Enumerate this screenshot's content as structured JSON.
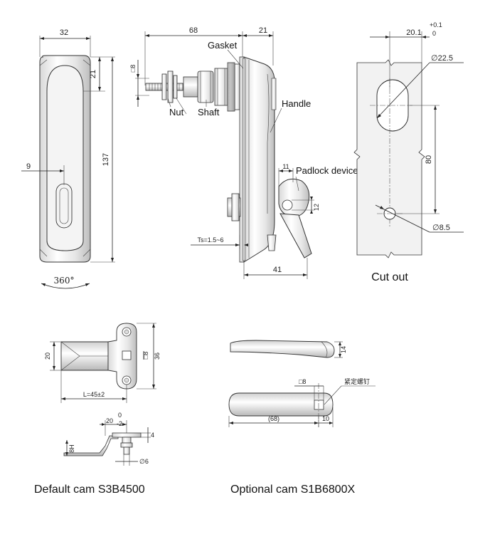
{
  "front_view": {
    "dim_width": "32",
    "dim_top": "21",
    "dim_height": "137",
    "dim_key": "9",
    "rotation": "360°"
  },
  "side_view": {
    "dim_length": "68",
    "dim_depth": "21",
    "dim_square": "□8",
    "dim_padlock_offset": "11",
    "dim_padlock_hole": "12",
    "dim_ts": "Ts=1.5~6",
    "dim_bottom": "41",
    "labels": {
      "gasket": "Gasket",
      "nut": "Nut",
      "shaft": "Shaft",
      "handle": "Handle",
      "padlock": "Padlock device"
    }
  },
  "cutout": {
    "dim_width": "20.1",
    "tol_upper": "+0.1",
    "tol_lower": "0",
    "dim_diameter_large": "∅22.5",
    "dim_spacing": "80",
    "dim_diameter_small": "∅8.5",
    "caption": "Cut out"
  },
  "default_cam": {
    "dim_width": "20",
    "dim_square": "□8",
    "dim_height": "36",
    "dim_length": "L=45±2",
    "dim_offset_main": "20",
    "dim_offset_upper": "0",
    "dim_offset_lower": "-2",
    "dim_thickness": "4",
    "dim_h": "8H",
    "dim_diameter": "∅6",
    "caption": "Default cam S3B4500"
  },
  "optional_cam": {
    "dim_thickness": "14",
    "dim_square": "□8",
    "screw_note": "紧定螺钉",
    "dim_length": "(68)",
    "dim_end": "10",
    "caption": "Optional cam S1B6800X"
  }
}
